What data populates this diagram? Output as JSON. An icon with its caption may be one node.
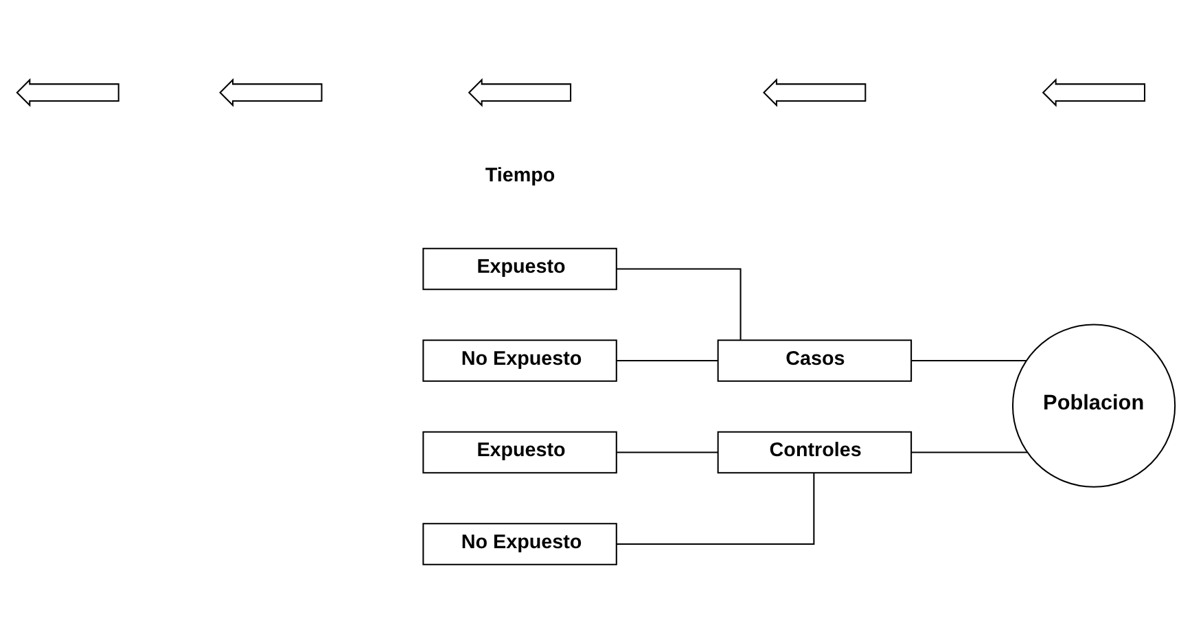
{
  "diagram": {
    "nodes": [
      {
        "text": [
          "Expuesto"
        ]
      },
      {
        "text": [
          "No Expuesto"
        ]
      },
      {
        "text": [
          "Casos"
        ]
      },
      {
        "text": [
          "Expuesto"
        ]
      },
      {
        "text": [
          "No Expuesto"
        ]
      },
      {
        "text": [
          "Controles"
        ]
      },
      {
        "text": [
          "Poblacion"
        ]
      },
      {
        "text": [],
        "shape": "arrow"
      },
      {
        "text": [],
        "shape": "arrow"
      },
      {
        "text": [],
        "shape": "arrow"
      },
      {
        "text": [],
        "shape": "arrow"
      },
      {
        "text": [],
        "shape": "arrow"
      }
    ],
    "edges": [
      {
        "from": 6,
        "to": 2,
        "arrow": "none"
      },
      {
        "from": 2,
        "to": 0,
        "arrow": "none"
      },
      {
        "from": 2,
        "to": 1,
        "arrow": "none"
      },
      {
        "from": 6,
        "to": 5,
        "arrow": "none"
      },
      {
        "from": 5,
        "to": 3,
        "arrow": "none"
      },
      {
        "from": 5,
        "to": 4,
        "arrow": "none"
      }
    ],
    "labels": [
      "Tiempo"
    ]
  }
}
